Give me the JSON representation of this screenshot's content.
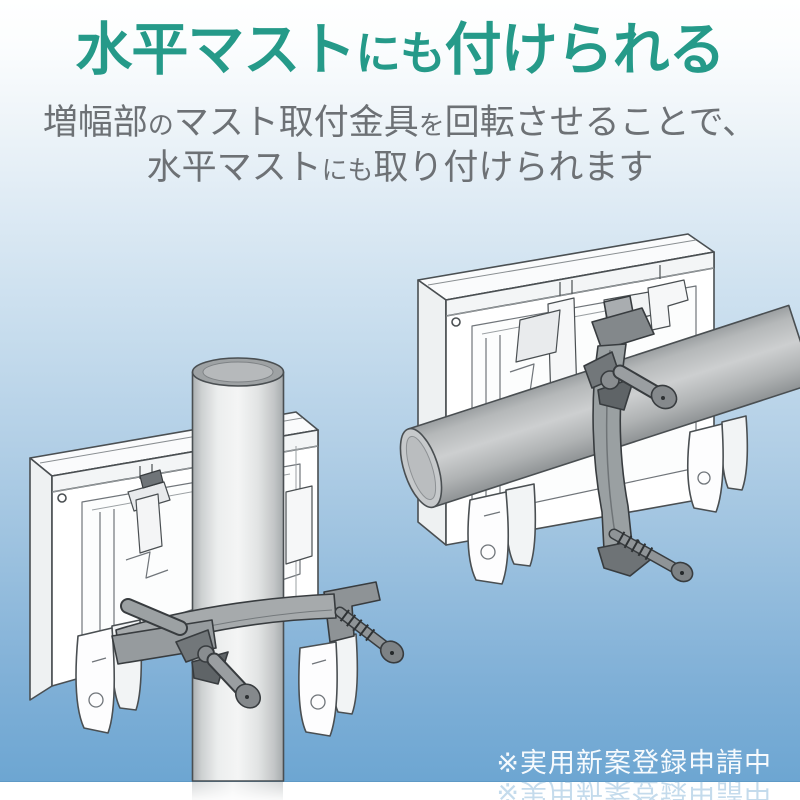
{
  "header": {
    "title": {
      "parts": [
        {
          "text": "水平マスト"
        },
        {
          "text": "にも",
          "small": true
        },
        {
          "text": "付けられる"
        }
      ]
    },
    "subtitle": {
      "line1_parts": [
        {
          "text": "増幅部"
        },
        {
          "text": "の",
          "small": true
        },
        {
          "text": "マスト取付金具"
        },
        {
          "text": "を",
          "small": true
        },
        {
          "text": "回転させることで、"
        }
      ],
      "line2_parts": [
        {
          "text": "水平マスト"
        },
        {
          "text": "にも",
          "small": true
        },
        {
          "text": "取り付けられます"
        }
      ]
    }
  },
  "footnote": {
    "text": "※実用新案登録申請中"
  },
  "illustrations": {
    "left": {
      "name": "amplifier-unit-on-vertical-mast"
    },
    "right": {
      "name": "amplifier-unit-on-horizontal-mast"
    }
  },
  "colors": {
    "title_text": "#259a89",
    "subtitle_text": "#6d7175",
    "footnote_text": "#f6fafd",
    "sky_top": "#ffffff",
    "sky_bottom": "#6da6d2",
    "mast_gray": "#d8dadb",
    "clamp_gray": "#9aa0a2",
    "line_art_outline": "#4a4f52"
  }
}
